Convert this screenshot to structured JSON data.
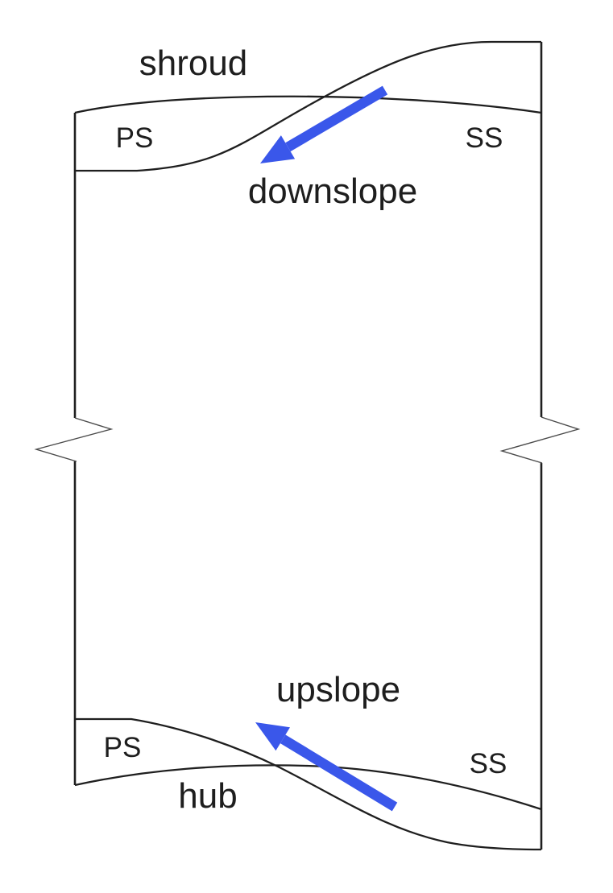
{
  "figure": {
    "labels": {
      "shroud": "shroud",
      "hub": "hub",
      "downslope": "downslope",
      "upslope": "upslope",
      "ps_shroud": "PS",
      "ss_shroud": "SS",
      "ps_hub": "PS",
      "ss_hub": "SS"
    },
    "colors": {
      "line": "#1f1f1f",
      "text": "#1e1e1e",
      "arrow_blue": "#3a57ea",
      "background": "#ffffff"
    },
    "arrows": [
      {
        "name": "downslope-arrow",
        "label": "downslope",
        "direction": "down-left",
        "color": "#3a57ea"
      },
      {
        "name": "upslope-arrow",
        "label": "upslope",
        "direction": "up-left",
        "color": "#3a57ea"
      }
    ]
  }
}
